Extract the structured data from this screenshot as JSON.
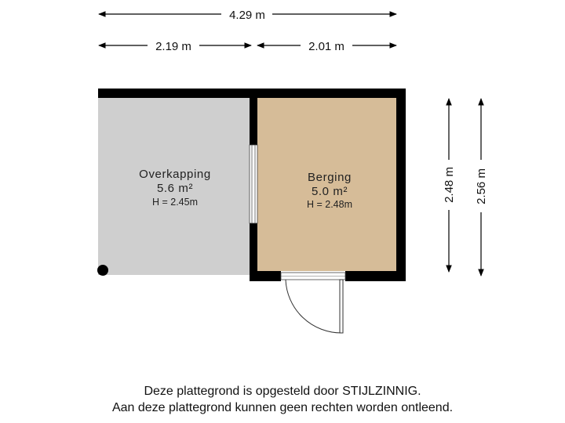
{
  "dimensions": {
    "total_width": "4.29 m",
    "overkapping_width": "2.19 m",
    "berging_width": "2.01 m",
    "inner_depth": "2.48 m",
    "outer_depth": "2.56 m"
  },
  "rooms": {
    "overkapping": {
      "name": "Overkapping",
      "area": "5.6 m²",
      "height": "H = 2.45m",
      "color": "#cfcfcf"
    },
    "berging": {
      "name": "Berging",
      "area": "5.0 m²",
      "height": "H = 2.48m",
      "color": "#d6bc98"
    }
  },
  "disclaimer": {
    "line1": "Deze plattegrond is opgesteld door STIJLZINNIG.",
    "line2": "Aan deze plattegrond kunnen geen rechten worden ontleend."
  },
  "colors": {
    "wall": "#000000",
    "dimension_line": "#000000"
  }
}
